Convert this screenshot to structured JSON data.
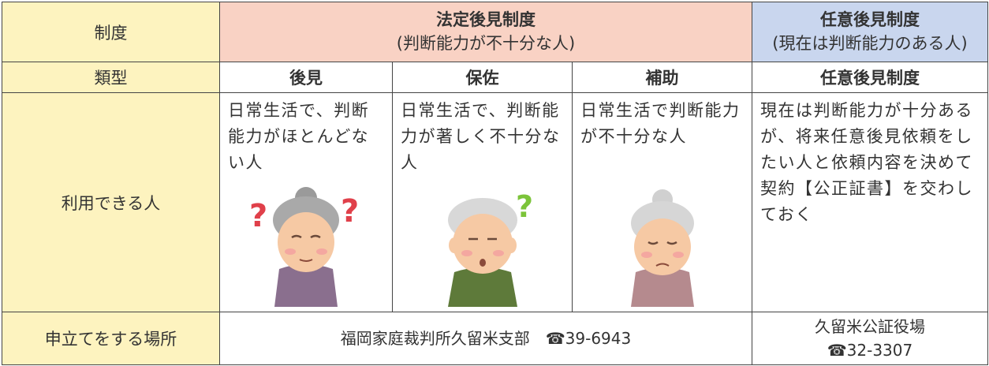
{
  "headers": {
    "system_label": "制度",
    "legal": {
      "title": "法定後見制度",
      "subtitle": "(判断能力が不十分な人)"
    },
    "voluntary": {
      "title": "任意後見制度",
      "subtitle": "(現在は判断能力のある人)"
    }
  },
  "types": {
    "label": "類型",
    "guardianship": "後見",
    "curatorship": "保佐",
    "assistance": "補助",
    "voluntary": "任意後見制度"
  },
  "eligible": {
    "label": "利用できる人",
    "guardianship": "日常生活で、判断能力がほとんどない人",
    "curatorship": "日常生活で、判断能力が著しく不十分な人",
    "assistance": "日常生活で判断能力が不十分な人",
    "voluntary": "現在は判断能力が十分あるが、将来任意後見依頼をしたい人と依頼内容を決めて契約【公正証書】を交わしておく"
  },
  "place": {
    "label": "申立てをする場所",
    "legal": "福岡家庭裁判所久留米支部　☎39-6943",
    "voluntary_name": "久留米公証役場",
    "voluntary_phone": "☎32-3307"
  },
  "colors": {
    "label_bg": "#fdf3bf",
    "legal_bg": "#f9d2c4",
    "voluntary_bg": "#c9d6ee",
    "question_mark": "#e0404a",
    "question_mark_green": "#7cc43a"
  },
  "icons": [
    "confused-elderly-woman-icon",
    "confused-elderly-man-icon",
    "worried-elderly-woman-icon",
    "question-mark-icon"
  ]
}
